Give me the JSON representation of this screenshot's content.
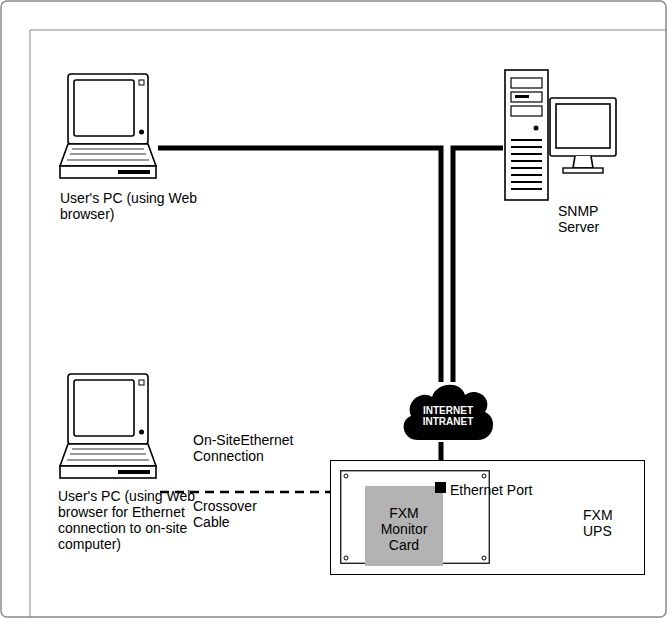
{
  "diagram": {
    "nodes": [
      {
        "text": [
          "User's PC (using Web browser)"
        ]
      },
      {
        "text": [
          "SNMP Server"
        ]
      },
      {
        "text": [
          "INTERNET INTRANET"
        ]
      },
      {
        "text": [
          "User's PC (using Web browser for Ethernet connection to on-site computer)"
        ]
      },
      {
        "text": [
          "FXM UPS"
        ]
      },
      {
        "text": [
          "FXM Monitor Card"
        ],
        "in": 4
      }
    ],
    "edges": [
      {
        "from": 0,
        "to": 2,
        "arrow": "none"
      },
      {
        "from": 1,
        "to": 2,
        "arrow": "none"
      },
      {
        "from": 2,
        "to": 5,
        "arrow": "none"
      },
      {
        "from": 3,
        "to": 5,
        "arrow": "none"
      }
    ],
    "labels": [
      "On-SiteEthernet Connection",
      "Crossover Cable",
      "Ethernet Port"
    ]
  }
}
